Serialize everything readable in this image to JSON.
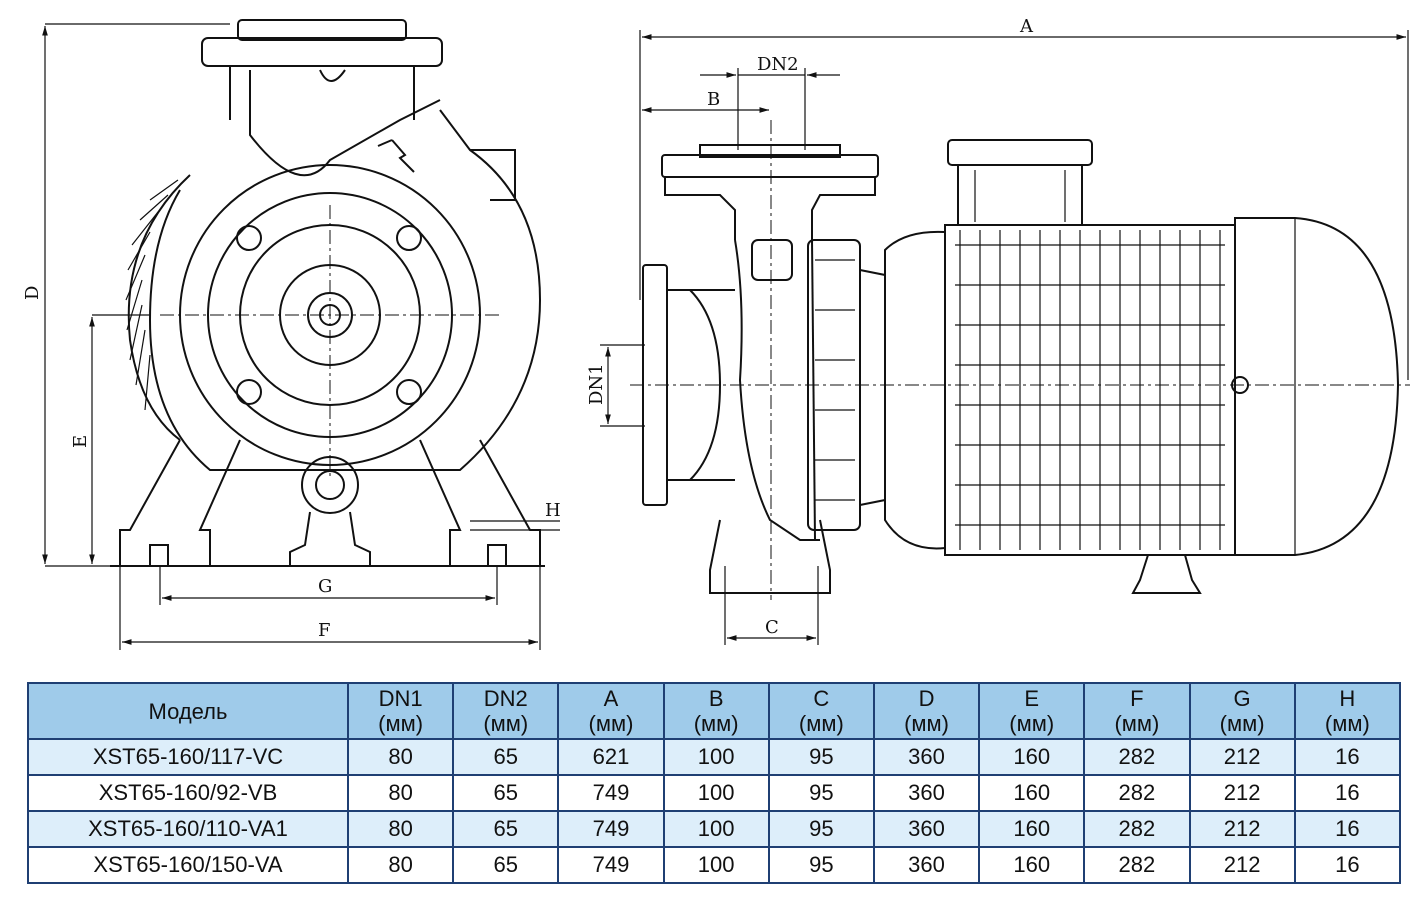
{
  "drawing": {
    "dimension_labels": {
      "A": "A",
      "B": "B",
      "C": "C",
      "D": "D",
      "E": "E",
      "F": "F",
      "G": "G",
      "H": "H",
      "DN1": "DN1",
      "DN2": "DN2"
    }
  },
  "table": {
    "headers": [
      {
        "name": "Модель",
        "unit": ""
      },
      {
        "name": "DN1",
        "unit": "(мм)"
      },
      {
        "name": "DN2",
        "unit": "(мм)"
      },
      {
        "name": "A",
        "unit": "(мм)"
      },
      {
        "name": "B",
        "unit": "(мм)"
      },
      {
        "name": "C",
        "unit": "(мм)"
      },
      {
        "name": "D",
        "unit": "(мм)"
      },
      {
        "name": "E",
        "unit": "(мм)"
      },
      {
        "name": "F",
        "unit": "(мм)"
      },
      {
        "name": "G",
        "unit": "(мм)"
      },
      {
        "name": "H",
        "unit": "(мм)"
      }
    ],
    "rows": [
      [
        "XST65-160/117-VC",
        "80",
        "65",
        "621",
        "100",
        "95",
        "360",
        "160",
        "282",
        "212",
        "16"
      ],
      [
        "XST65-160/92-VB",
        "80",
        "65",
        "749",
        "100",
        "95",
        "360",
        "160",
        "282",
        "212",
        "16"
      ],
      [
        "XST65-160/110-VA1",
        "80",
        "65",
        "749",
        "100",
        "95",
        "360",
        "160",
        "282",
        "212",
        "16"
      ],
      [
        "XST65-160/150-VA",
        "80",
        "65",
        "749",
        "100",
        "95",
        "360",
        "160",
        "282",
        "212",
        "16"
      ]
    ],
    "colors": {
      "header_bg": "#9fcbea",
      "row_alt_bg": "#ddeefa",
      "border": "#1f3f73"
    }
  }
}
